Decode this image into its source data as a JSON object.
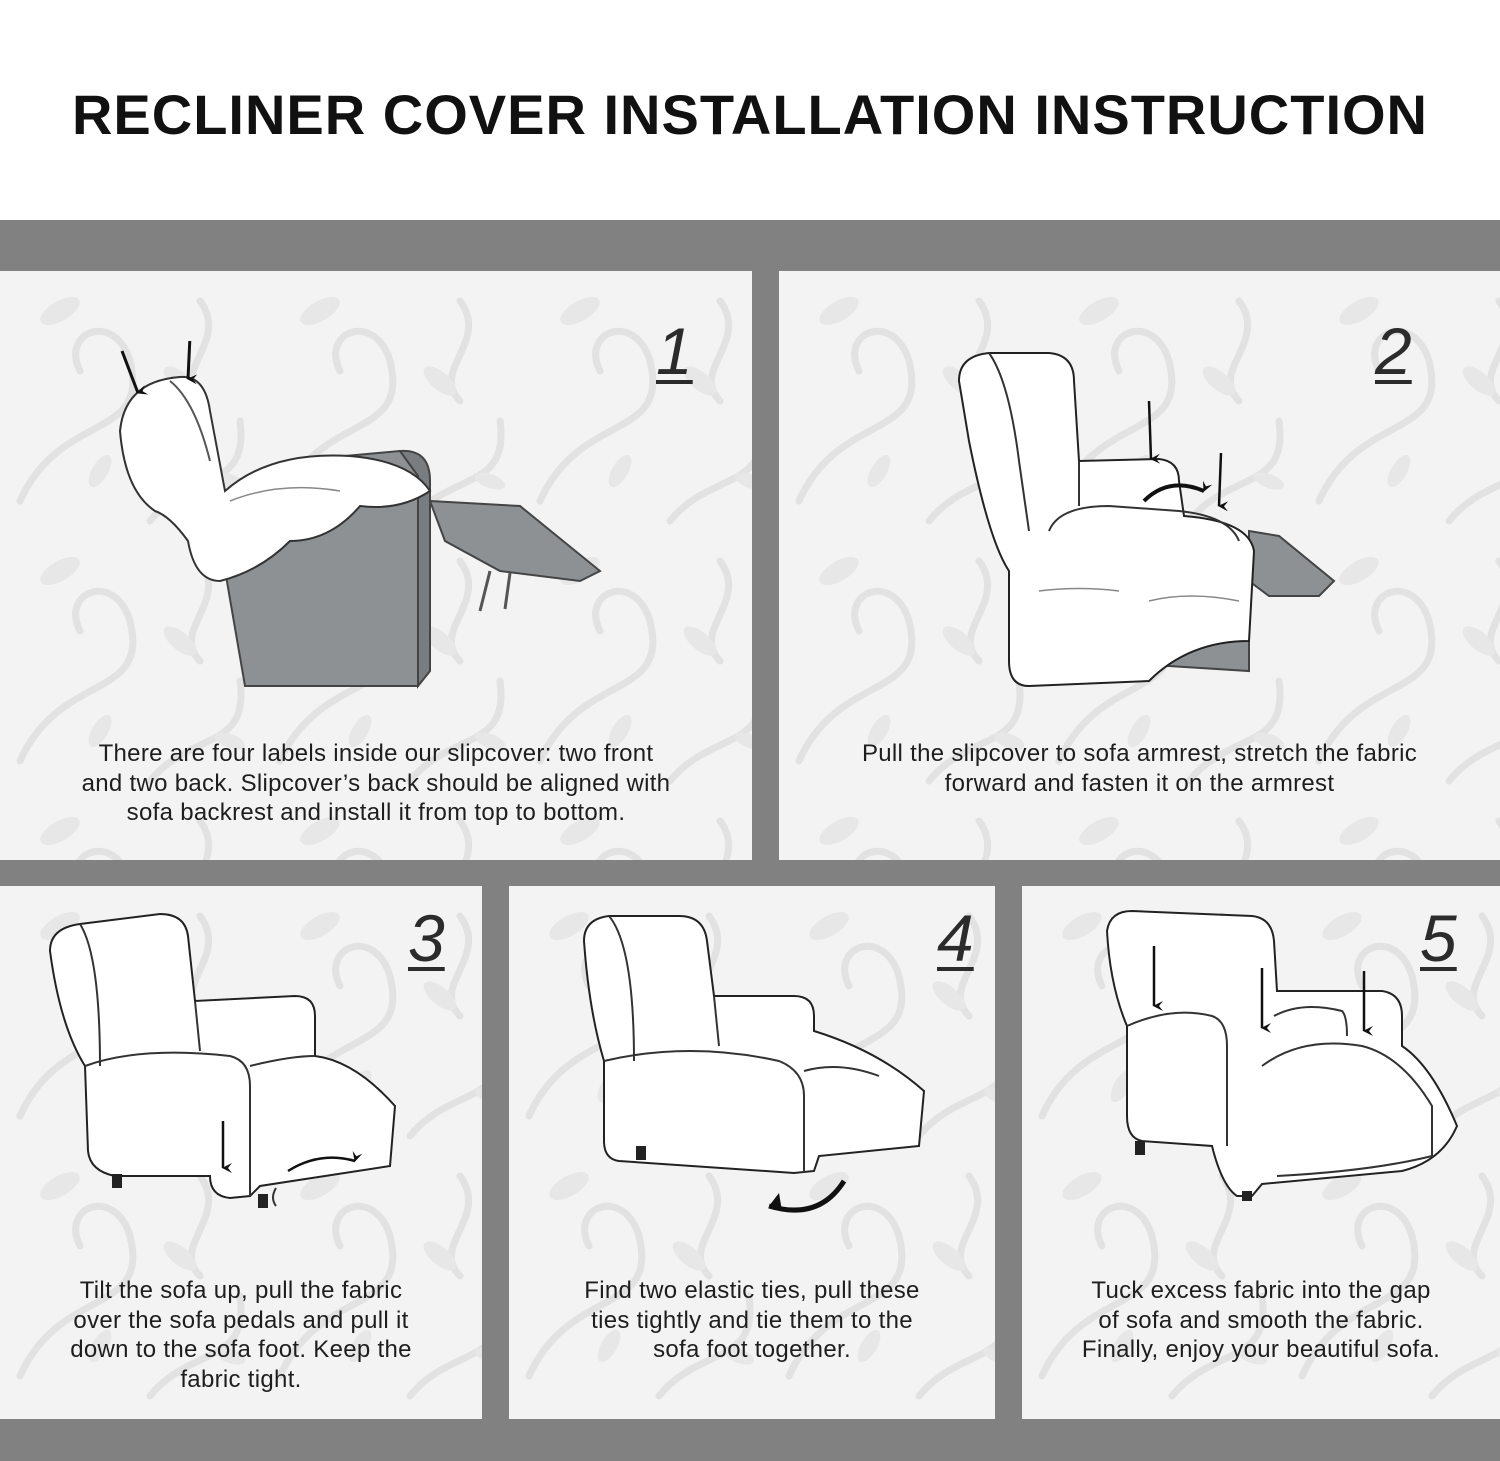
{
  "title": "RECLINER COVER INSTALLATION INSTRUCTION",
  "colors": {
    "background": "#ffffff",
    "band": "#818181",
    "panel": "#f3f3f3",
    "gray_fabric": "#8e9194",
    "text": "#1e1e1e"
  },
  "steps": [
    {
      "number": "1",
      "caption_lines": [
        "There are four labels inside our slipcover: two front",
        "and two back. Slipcover’s back should be aligned with",
        "sofa backrest and install it from top to bottom."
      ]
    },
    {
      "number": "2",
      "caption_lines": [
        "Pull the slipcover to sofa armrest, stretch the fabric",
        "forward and fasten it on the armrest"
      ]
    },
    {
      "number": "3",
      "caption_lines": [
        "Tilt the sofa up, pull the fabric",
        "over the sofa pedals and pull it",
        "down to the sofa foot. Keep the",
        "fabric tight."
      ]
    },
    {
      "number": "4",
      "caption_lines": [
        "Find two elastic ties, pull these",
        "ties tightly and tie them to the",
        "sofa foot together."
      ]
    },
    {
      "number": "5",
      "caption_lines": [
        "Tuck excess fabric into the gap",
        "of sofa and smooth the fabric.",
        "Finally, enjoy your beautiful sofa."
      ]
    }
  ]
}
